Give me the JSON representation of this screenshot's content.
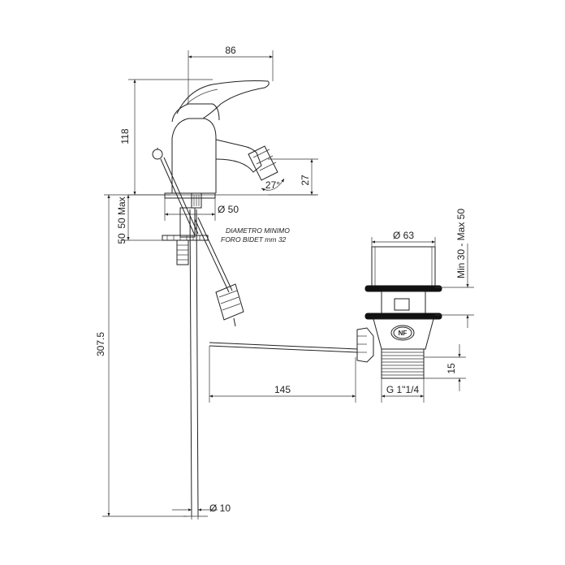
{
  "dimensions": {
    "width_top": "86",
    "height_spout": "118",
    "max_thickness": "50 Max",
    "angle": "27°",
    "jet_height": "27",
    "hole_diameter": "Ø 50",
    "washer_thickness": "50",
    "rod_length": "307.5",
    "drain_cap_diameter": "Ø 63",
    "drain_range": "Min 30 - Max 50",
    "pull_rod_length": "145",
    "thread": "G 1\"1/4",
    "thread_height": "15",
    "rod_diameter": "Ø 10"
  },
  "notes": {
    "line1": "DIAMETRO MINIMO",
    "line2": "FORO BIDET mm 32"
  },
  "logo": "NF",
  "colors": {
    "line": "#222222",
    "seal": "#111111",
    "background": "#ffffff"
  }
}
